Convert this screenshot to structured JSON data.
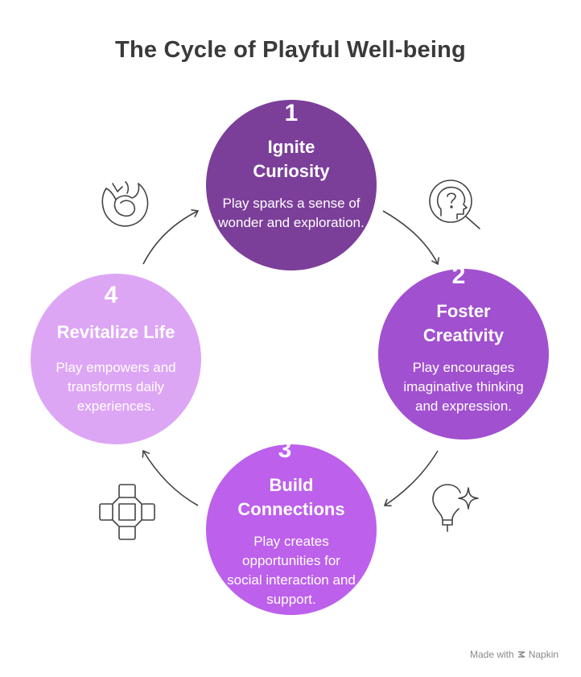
{
  "title": "The Cycle of Playful Well-being",
  "steps": [
    {
      "number": "1",
      "heading": "Ignite Curiosity",
      "description": "Play sparks a sense of wonder and exploration.",
      "icon": "curiosity-search-icon",
      "color": "#7b3f9a"
    },
    {
      "number": "2",
      "heading": "Foster Creativity",
      "description": "Play encourages imaginative thinking and expression.",
      "icon": "lightbulb-sparkle-icon",
      "color": "#a150cf"
    },
    {
      "number": "3",
      "heading": "Build Connections",
      "description": "Play creates opportunities for social interaction and support.",
      "icon": "joined-hands-icon",
      "color": "#bd60ec"
    },
    {
      "number": "4",
      "heading": "Revitalize Life",
      "description": "Play empowers and transforms daily experiences.",
      "icon": "phoenix-icon",
      "color": "#dda6f5"
    }
  ],
  "footer": {
    "made_with": "Made with",
    "brand": "Napkin"
  }
}
